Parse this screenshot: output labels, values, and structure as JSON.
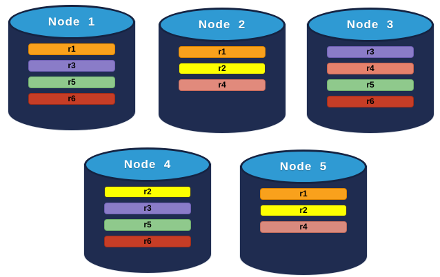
{
  "diagram": {
    "type": "database-replication-diagram",
    "styles": {
      "cylinder_body": "#1F2C50",
      "cylinder_top": "#2F9AD3",
      "cylinder_outline": "#152342",
      "title_color": "#FFFFFF",
      "bar_text_color": "#000000"
    },
    "nodes": [
      {
        "name": "Node  1",
        "replicas": [
          {
            "label": "r1",
            "fill": "#F9A11C",
            "border": "#DD8500"
          },
          {
            "label": "r3",
            "fill": "#8A7CC8",
            "border": "#6F5FB5"
          },
          {
            "label": "r5",
            "fill": "#8FC98C",
            "border": "#6FAF6C"
          },
          {
            "label": "r6",
            "fill": "#C63D26",
            "border": "#9E2C18"
          }
        ]
      },
      {
        "name": "Node  2",
        "replicas": [
          {
            "label": "r1",
            "fill": "#F9A11C",
            "border": "#DD8500"
          },
          {
            "label": "r2",
            "fill": "#FDFF00",
            "border": "#333333"
          },
          {
            "label": "r4",
            "fill": "#E18A7C",
            "border": "#C96B5B"
          }
        ]
      },
      {
        "name": "Node  3",
        "replicas": [
          {
            "label": "r3",
            "fill": "#8A7CC8",
            "border": "#6F5FB5"
          },
          {
            "label": "r4",
            "fill": "#E5816C",
            "border": "#C7604B"
          },
          {
            "label": "r5",
            "fill": "#8FC98C",
            "border": "#6FAF6C"
          },
          {
            "label": "r6",
            "fill": "#C63D26",
            "border": "#9E2C18"
          }
        ]
      },
      {
        "name": "Node  4",
        "replicas": [
          {
            "label": "r2",
            "fill": "#FDFF00",
            "border": "#333333"
          },
          {
            "label": "r3",
            "fill": "#8A7CC8",
            "border": "#6F5FB5"
          },
          {
            "label": "r5",
            "fill": "#8FC98C",
            "border": "#6FAF6C"
          },
          {
            "label": "r6",
            "fill": "#C63D26",
            "border": "#9E2C18"
          }
        ]
      },
      {
        "name": "Node  5",
        "replicas": [
          {
            "label": "r1",
            "fill": "#F9A11C",
            "border": "#DD8500"
          },
          {
            "label": "r2",
            "fill": "#FDFF00",
            "border": "#333333"
          },
          {
            "label": "r4",
            "fill": "#D98A7E",
            "border": "#BE6C5E"
          }
        ]
      }
    ]
  }
}
